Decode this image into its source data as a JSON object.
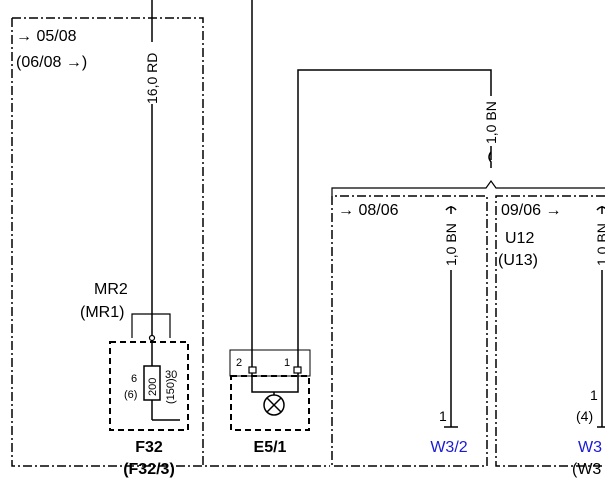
{
  "variant_arrows": {
    "left": {
      "line1": "→ 05/08",
      "line2": "(06/08 →)"
    },
    "mid": {
      "text": "→ 08/06"
    },
    "right": {
      "text": "09/06 →"
    }
  },
  "wires": {
    "rd": "16,0 RD",
    "bn_top": "1,0 BN",
    "bn_mid": "1,0 BN",
    "bn_right": "1,0 BN"
  },
  "components": {
    "mr": {
      "line1": "MR2",
      "line2": "(MR1)"
    },
    "fuse": {
      "pin_top_left": "6",
      "pin_top_left_alt": "(6)",
      "rating": "200",
      "pin_right": "30",
      "pin_right_alt": "(150)",
      "label": "F32",
      "label_alt": "(F32/3)"
    },
    "lamp": {
      "pin_left": "2",
      "pin_right": "1",
      "label": "E5/1"
    },
    "u12": {
      "line1": "U12",
      "line2": "(U13)"
    }
  },
  "connectors": {
    "w32": {
      "pin": "1",
      "label": "W3/2"
    },
    "w3_right": {
      "pin_main": "1",
      "pin_alt": "(4)",
      "label": "W3",
      "label_alt": "(W3"
    }
  }
}
